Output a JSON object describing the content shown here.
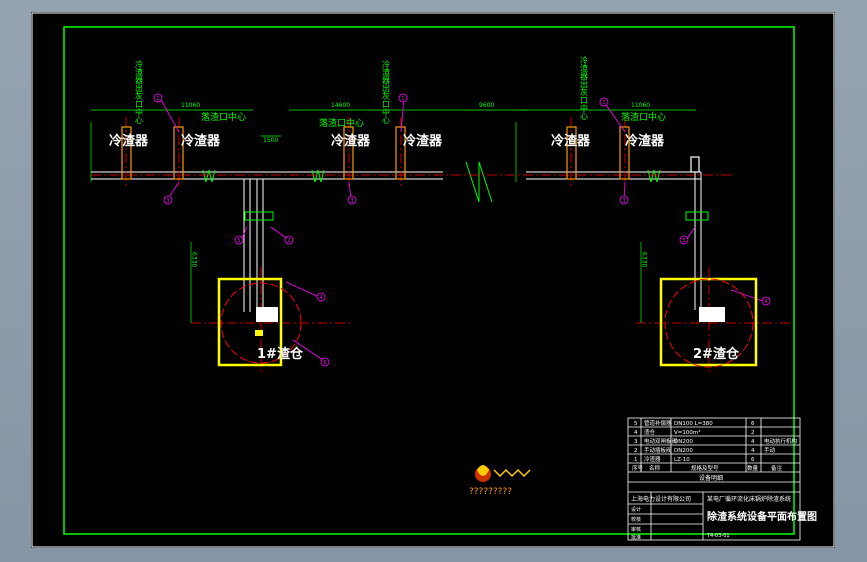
{
  "colors": {
    "chrome": "#8d9aa8",
    "paper": "#000000",
    "frame": "#ffffff",
    "border": "#00ff00",
    "pipe": "#ffffff",
    "centerline": "#ff0000",
    "leader": "#ff00ff",
    "silo": "#ffff00",
    "dimension": "#00ff00"
  },
  "coolers": {
    "label": "冷渣器",
    "instances": [
      "冷渣器",
      "冷渣器",
      "冷渣器",
      "冷渣器",
      "冷渣器",
      "冷渣器"
    ]
  },
  "annotations": {
    "slag_outlet_center": "落渣口中心",
    "vertical_note": "冷渣器出灰口中心"
  },
  "silos": [
    {
      "label": "1#渣仓"
    },
    {
      "label": "2#渣仓"
    }
  ],
  "callouts": [
    "1",
    "2",
    "3",
    "4",
    "5",
    "6"
  ],
  "logo": {
    "caption": "?????????"
  },
  "title_block": {
    "rows": [
      {
        "no": "5",
        "name": "管道补偿器",
        "spec": "DN100 L=380",
        "qty": "6",
        "note": ""
      },
      {
        "no": "4",
        "name": "渣仓",
        "spec": "V=100m³",
        "qty": "2",
        "note": ""
      },
      {
        "no": "3",
        "name": "电动双闸板阀",
        "spec": "DN200",
        "qty": "4",
        "note": "电动执行机构"
      },
      {
        "no": "2",
        "name": "手动插板阀",
        "spec": "DN200",
        "qty": "4",
        "note": "手动"
      },
      {
        "no": "1",
        "name": "冷渣器",
        "spec": "LZ-10",
        "qty": "6",
        "note": ""
      }
    ],
    "header": {
      "no": "序号",
      "name": "名称",
      "spec": "规格及型号",
      "qty": "数量",
      "note": "备注"
    },
    "equipment_list_title": "设备明细",
    "company": "上海电力设计有限公司",
    "project": "某电厂循环流化床锅炉除渣系统",
    "drawing_title": "除渣系统设备平面布置图",
    "drawing_no": "T4-03-01",
    "sign_rows": [
      "设计",
      "校核",
      "审核",
      "批准"
    ]
  },
  "dimensions": {
    "top_left": "11060",
    "top_center": "14600",
    "top_right": "11060",
    "span_middle": "9600",
    "vertical_left": "6330",
    "vertical_right": "6330",
    "short": "1500"
  }
}
